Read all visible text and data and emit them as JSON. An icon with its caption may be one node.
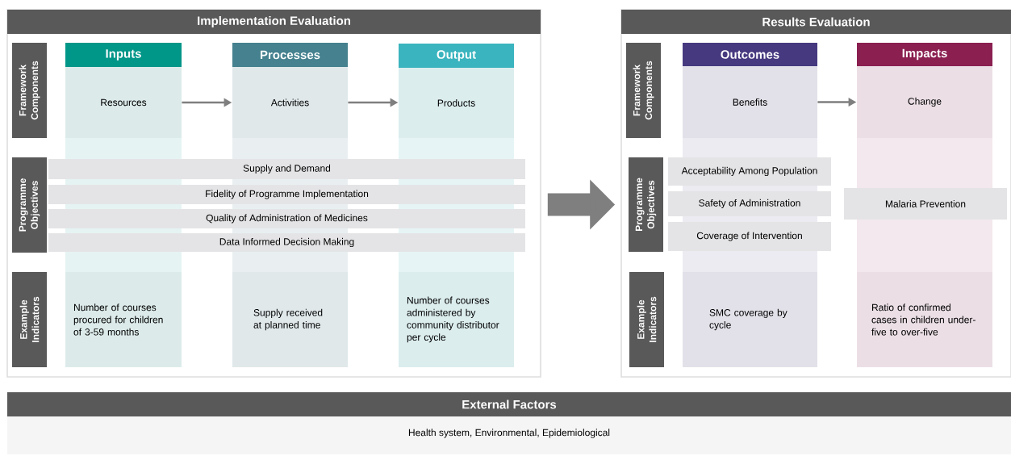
{
  "diagram": {
    "nodes": [
      {
        "text": [
          "Implementation Evaluation"
        ]
      },
      {
        "text": [
          "Framework Components"
        ],
        "in": 0
      },
      {
        "text": [
          "Programme Objectives"
        ],
        "in": 0
      },
      {
        "text": [
          "Example Indicators"
        ],
        "in": 0
      },
      {
        "text": [
          "Inputs"
        ],
        "in": 0
      },
      {
        "text": [
          "Processes"
        ],
        "in": 0
      },
      {
        "text": [
          "Output"
        ],
        "in": 0
      },
      {
        "text": [
          "Resources"
        ],
        "in": 0
      },
      {
        "text": [
          "Activities"
        ],
        "in": 0
      },
      {
        "text": [
          "Products"
        ],
        "in": 0
      },
      {
        "text": [
          "Supply and Demand"
        ],
        "in": 0
      },
      {
        "text": [
          "Fidelity of Programme Implementation"
        ],
        "in": 0
      },
      {
        "text": [
          "Quality of Administration of Medicines"
        ],
        "in": 0
      },
      {
        "text": [
          "Data Informed Decision Making"
        ],
        "in": 0
      },
      {
        "text": [
          "Number of courses procured for children of 3-59 months"
        ],
        "in": 0
      },
      {
        "text": [
          "Supply received at planned time"
        ],
        "in": 0
      },
      {
        "text": [
          "Number of courses administered by community distributor per cycle"
        ],
        "in": 0
      },
      {
        "text": [
          "Results Evaluation"
        ]
      },
      {
        "text": [
          "Framework Components"
        ],
        "in": 17
      },
      {
        "text": [
          "Programme Objectives"
        ],
        "in": 17
      },
      {
        "text": [
          "Example Indicators"
        ],
        "in": 17
      },
      {
        "text": [
          "Outcomes"
        ],
        "in": 17
      },
      {
        "text": [
          "Impacts"
        ],
        "in": 17
      },
      {
        "text": [
          "Benefits"
        ],
        "in": 17
      },
      {
        "text": [
          "Change"
        ],
        "in": 17
      },
      {
        "text": [
          "Acceptability Among Population"
        ],
        "in": 17
      },
      {
        "text": [
          "Safety of Administration"
        ],
        "in": 17
      },
      {
        "text": [
          "Coverage of Intervention"
        ],
        "in": 17
      },
      {
        "text": [
          "Malaria Prevention"
        ],
        "in": 17
      },
      {
        "text": [
          "SMC coverage by cycle"
        ],
        "in": 17
      },
      {
        "text": [
          "Ratio of confirmed cases in children under-five to over-five"
        ],
        "in": 17
      },
      {
        "text": [
          "External Factors",
          "Health system, Environmental, Epidemiological"
        ]
      }
    ],
    "edges": [
      {
        "from": 7,
        "to": 8,
        "arrow": "to"
      },
      {
        "from": 8,
        "to": 9,
        "arrow": "to"
      },
      {
        "from": 0,
        "to": 17,
        "arrow": "to",
        "style": "thick"
      },
      {
        "from": 23,
        "to": 24,
        "arrow": "to"
      }
    ]
  }
}
